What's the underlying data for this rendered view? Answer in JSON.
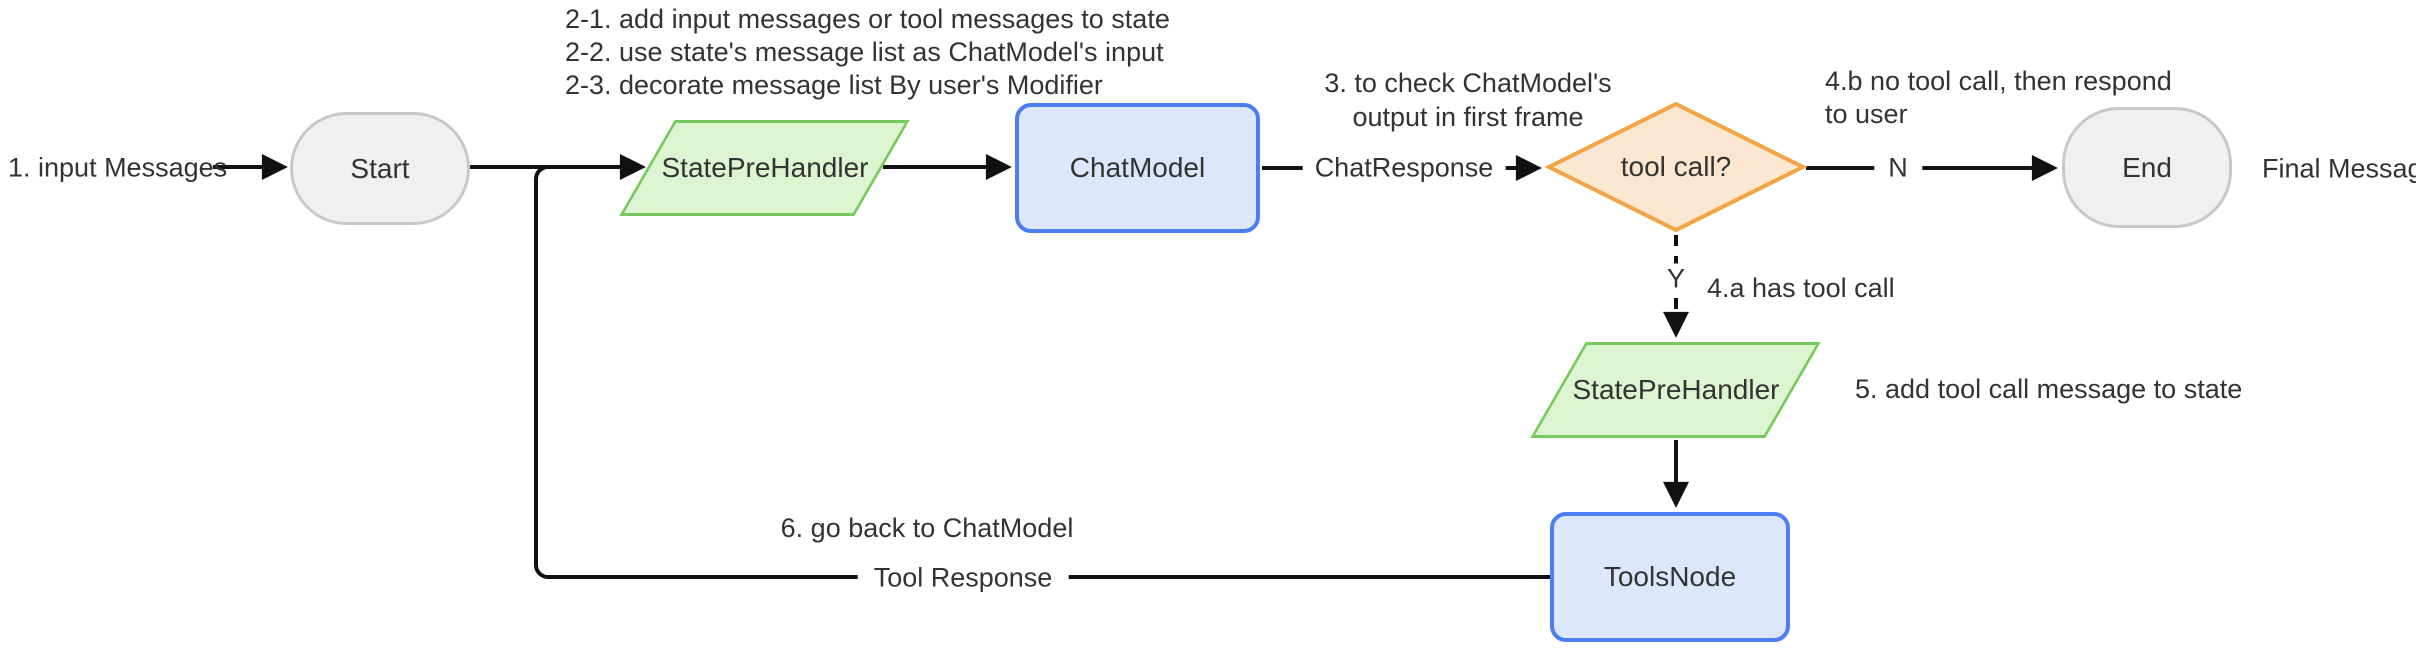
{
  "diagram": {
    "type": "flowchart",
    "nodes": {
      "start": {
        "label": "Start",
        "shape": "stadium"
      },
      "state_pre_handler_1": {
        "label": "StatePreHandler",
        "shape": "parallelogram"
      },
      "chat_model": {
        "label": "ChatModel",
        "shape": "rounded-rect"
      },
      "tool_call_decision": {
        "label": "tool call?",
        "shape": "diamond"
      },
      "state_pre_handler_2": {
        "label": "StatePreHandler",
        "shape": "parallelogram"
      },
      "tools_node": {
        "label": "ToolsNode",
        "shape": "rounded-rect"
      },
      "end": {
        "label": "End",
        "shape": "stadium"
      }
    },
    "edge_labels": {
      "input_messages": "1. input Messages",
      "chat_response": "ChatResponse",
      "no_branch": "N",
      "yes_branch": "Y",
      "tool_response": "Tool Response",
      "final_message": "Final Message"
    },
    "annotations": {
      "step2_lines": [
        "2-1. add input messages or tool messages to state",
        "2-2. use state's message list as ChatModel's input",
        "2-3. decorate message list By user's Modifier"
      ],
      "step3_lines": [
        "3. to check ChatModel's",
        "output in first frame"
      ],
      "step4b_lines": [
        "4.b no tool call, then respond",
        "to user"
      ],
      "step4a": "4.a has tool call",
      "step5": "5. add tool call message to state",
      "step6": "6. go back to ChatModel"
    },
    "colors": {
      "canvas_bg": "#ffffff",
      "edge": "#111111",
      "text": "#333333",
      "green_fill": "#ddf4d1",
      "green_stroke": "#77c95f",
      "blue_fill": "#dde7fb",
      "blue_stroke": "#4d7df2",
      "orange_fill": "#fbe7d0",
      "orange_stroke": "#f2a444",
      "gray_fill": "#f0f0f1",
      "gray_stroke": "#c6c8ca"
    }
  }
}
